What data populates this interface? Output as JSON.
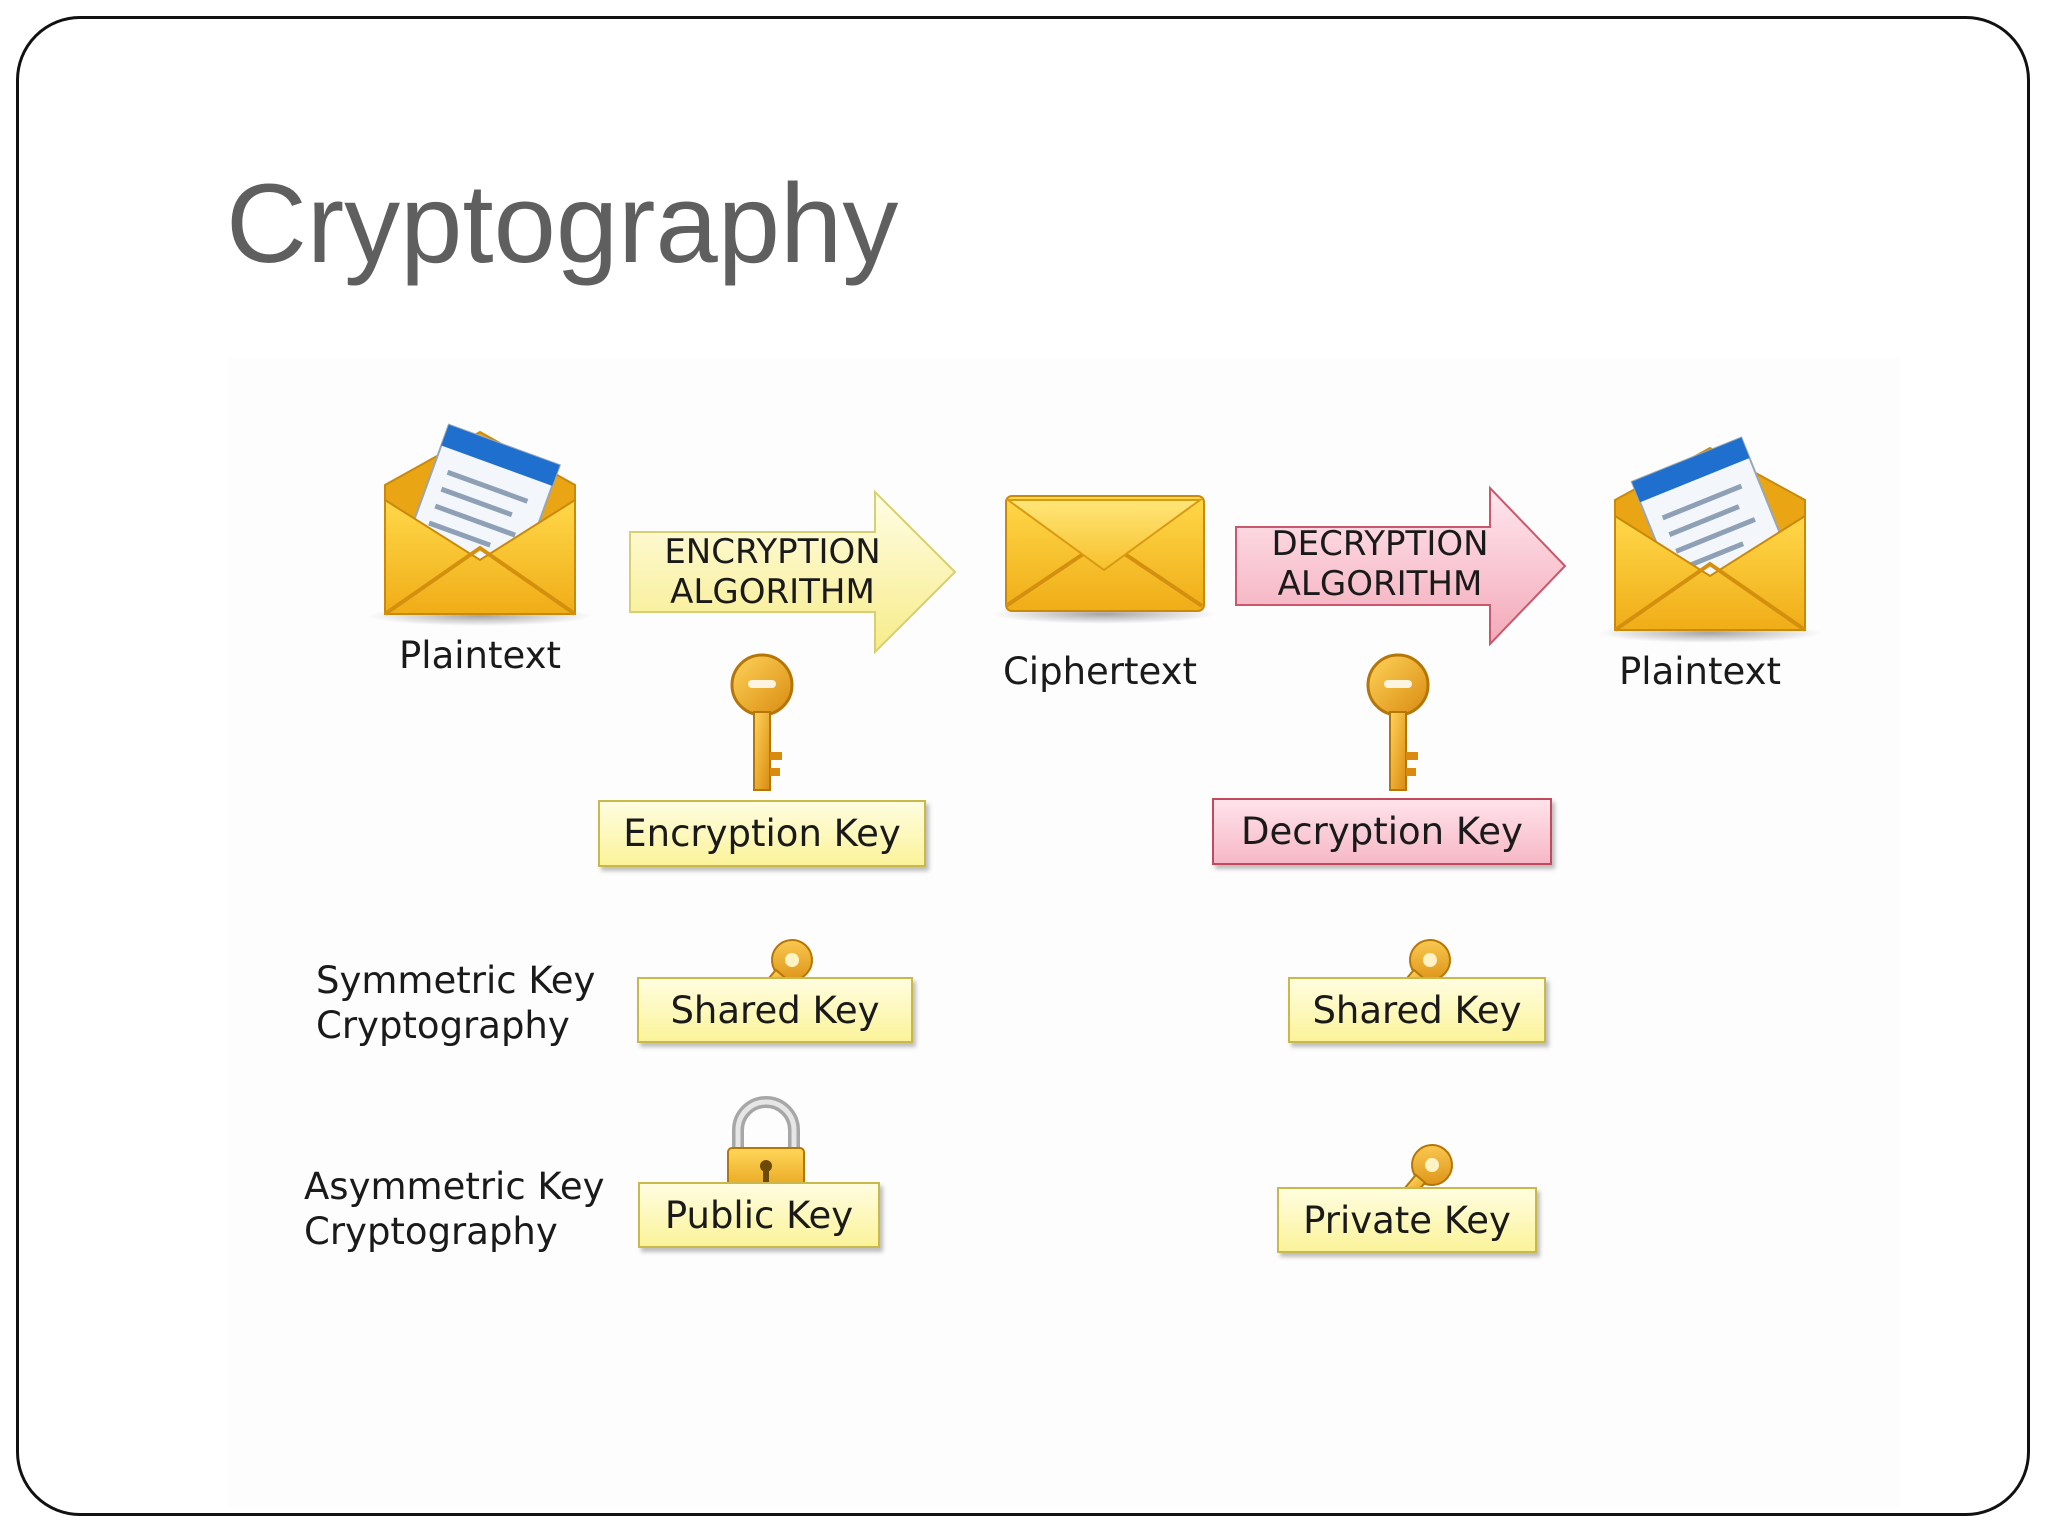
{
  "slide": {
    "title": "Cryptography"
  },
  "flow": {
    "plaintext_left": "Plaintext",
    "encryption_arrow": [
      "ENCRYPTION",
      "ALGORITHM"
    ],
    "ciphertext": "Ciphertext",
    "decryption_arrow": [
      "DECRYPTION",
      "ALGORITHM"
    ],
    "plaintext_right": "Plaintext",
    "encryption_key": "Encryption Key",
    "decryption_key": "Decryption Key"
  },
  "symmetric": {
    "label": [
      "Symmetric Key",
      "Cryptography"
    ],
    "left_key": "Shared Key",
    "right_key": "Shared Key"
  },
  "asymmetric": {
    "label": [
      "Asymmetric Key",
      "Cryptography"
    ],
    "left_key": "Public Key",
    "right_key": "Private Key"
  },
  "colors": {
    "envelope": "#f6c22c",
    "envelope_dark": "#d99a10",
    "key_gold": "#f0a818",
    "arrow_yellow": "#fbf3a0",
    "arrow_pink": "#f6b8c6",
    "title": "#5f5f5f"
  }
}
